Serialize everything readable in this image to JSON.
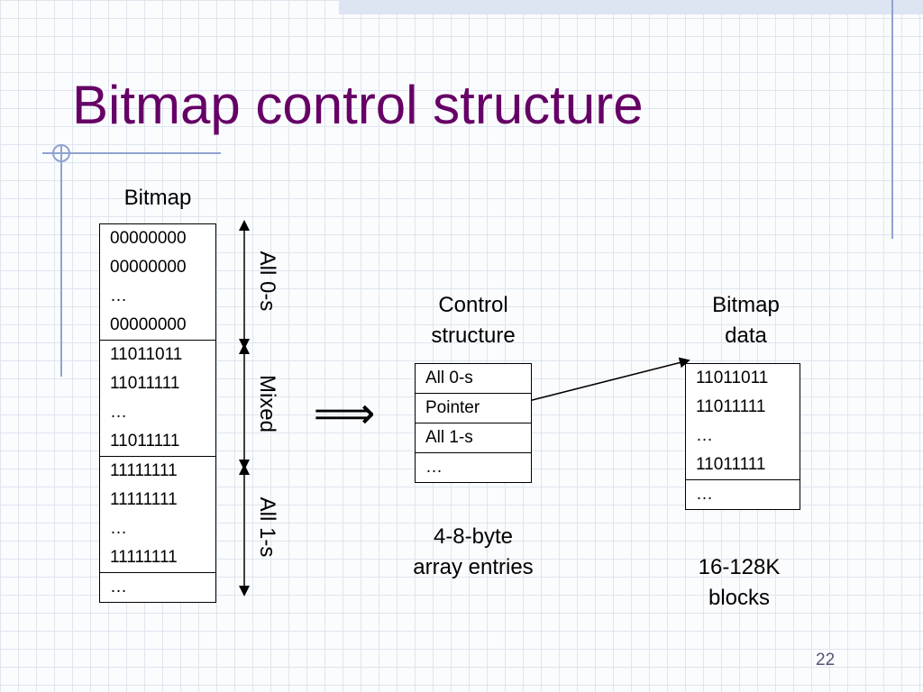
{
  "slide": {
    "title": "Bitmap control structure",
    "page_number": "22"
  },
  "bitmap": {
    "heading": "Bitmap",
    "sections": [
      {
        "rows": [
          "00000000",
          "00000000",
          "…",
          "00000000"
        ],
        "label": "All 0-s"
      },
      {
        "rows": [
          "11011011",
          "11011111",
          "…",
          "11011111"
        ],
        "label": "Mixed"
      },
      {
        "rows": [
          "11111111",
          "11111111",
          "…",
          "11111111"
        ],
        "label": "All 1-s"
      },
      {
        "rows": [
          "…"
        ],
        "label": ""
      }
    ]
  },
  "implies_symbol": "⟹",
  "control_structure": {
    "heading_line1": "Control",
    "heading_line2": "structure",
    "cells": [
      "All 0-s",
      "Pointer",
      "All 1-s",
      "…"
    ],
    "caption_line1": "4-8-byte",
    "caption_line2": "array entries"
  },
  "bitmap_data": {
    "heading_line1": "Bitmap",
    "heading_line2": "data",
    "rows": [
      "11011011",
      "11011111",
      "…",
      "11011111"
    ],
    "extra_cell": "…",
    "caption_line1": "16-128K",
    "caption_line2": "blocks"
  },
  "colors": {
    "title": "#660066",
    "decor_line": "#8fa3d1",
    "grid": "#dfe6ef"
  }
}
